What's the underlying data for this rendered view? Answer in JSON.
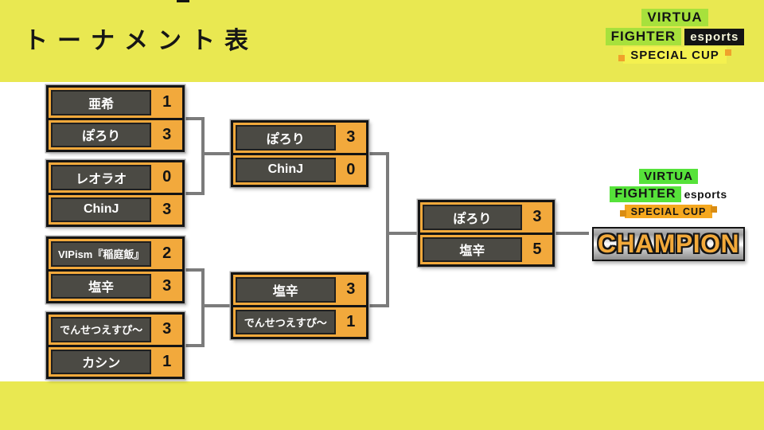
{
  "title": "トーナメント表",
  "brand_top": {
    "virtua": "VIRTUA",
    "fighter": "FIGHTER",
    "esports": "esports",
    "special_cup": "SPECIAL CUP"
  },
  "bracket": {
    "round1": [
      {
        "top": {
          "name": "亜希",
          "score": "1"
        },
        "bottom": {
          "name": "ぽろり",
          "score": "3"
        }
      },
      {
        "top": {
          "name": "レオラオ",
          "score": "0"
        },
        "bottom": {
          "name": "ChinJ",
          "score": "3"
        }
      },
      {
        "top": {
          "name": "VIPism『稲庭飯』",
          "score": "2"
        },
        "bottom": {
          "name": "塩辛",
          "score": "3"
        }
      },
      {
        "top": {
          "name": "でんせつえすぴ〜",
          "score": "3"
        },
        "bottom": {
          "name": "カシン",
          "score": "1"
        }
      }
    ],
    "semifinals": [
      {
        "top": {
          "name": "ぽろり",
          "score": "3"
        },
        "bottom": {
          "name": "ChinJ",
          "score": "0"
        }
      },
      {
        "top": {
          "name": "塩辛",
          "score": "3"
        },
        "bottom": {
          "name": "でんせつえすぴ〜",
          "score": "1"
        }
      }
    ],
    "final": {
      "top": {
        "name": "ぽろり",
        "score": "3"
      },
      "bottom": {
        "name": "塩辛",
        "score": "5"
      }
    }
  },
  "champion_block": {
    "virtua": "VIRTUA",
    "fighter": "FIGHTER",
    "esports": "esports",
    "special_cup": "SPECIAL CUP",
    "champion": "CHAMPION"
  },
  "colors": {
    "band_yellow": "#e9e851",
    "bracket_amber": "#f2a93c",
    "plate_gray": "#4b4a44",
    "connector_gray": "#7b7b7b",
    "logo_green_top": "#a7e13c",
    "logo_green_champion": "#56e23a",
    "logo_orange": "#f5a81f",
    "special_cup_band_yellow": "#f4f14f",
    "esports_box_black": "#141414",
    "champion_gold": "#f2a93a"
  }
}
